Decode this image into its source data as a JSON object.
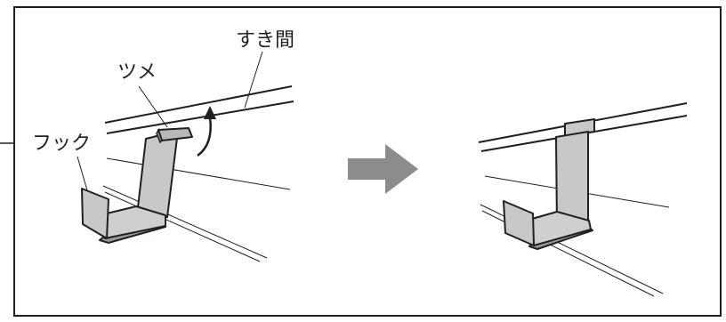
{
  "labels": {
    "gap": "すき間",
    "tab": "ツメ",
    "hook": "フック"
  },
  "colors": {
    "line": "#231f20",
    "hook_fill": "#c8c8c8",
    "hook_dark": "#9a9a9a",
    "arrow_fill": "#8c8c8c",
    "frame": "#231f20"
  },
  "icons": {
    "rotate": "curved-arrow-icon",
    "next_step": "right-arrow-icon"
  }
}
